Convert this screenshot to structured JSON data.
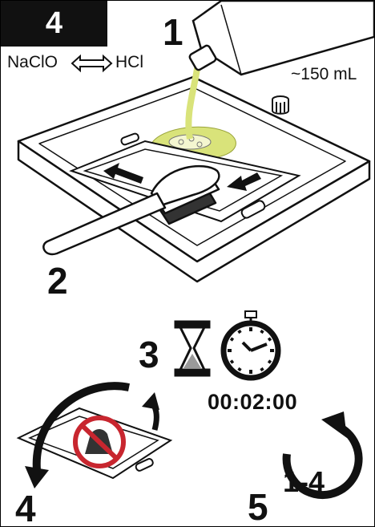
{
  "header": {
    "step_number": "4"
  },
  "chemicals": {
    "left": "NaClO",
    "right": "HCl",
    "swap_icon": "double-arrow-icon"
  },
  "pour": {
    "step_label": "1",
    "volume_label": "~150 mL"
  },
  "scrub": {
    "step_label": "2"
  },
  "wait": {
    "step_label": "3",
    "duration": "00:02:00",
    "icons": [
      "hourglass-icon",
      "stopwatch-icon"
    ]
  },
  "flip": {
    "step_label": "4",
    "icons": [
      "rotate-arrow-icon",
      "no-touch-icon"
    ]
  },
  "repeat": {
    "step_label": "5",
    "range": "1-4",
    "icon": "repeat-arrow-icon"
  },
  "colors": {
    "liquid": "#d9e37a",
    "ink": "#111111"
  }
}
